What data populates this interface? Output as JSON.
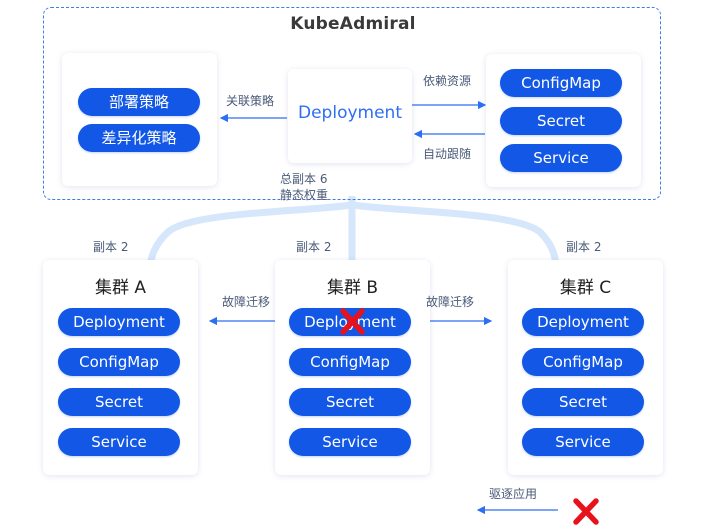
{
  "title": "KubeAdmiral",
  "policies": [
    "部署策略",
    "差异化策略"
  ],
  "center": "Deployment",
  "resources": [
    "ConfigMap",
    "Secret",
    "Service"
  ],
  "labels": {
    "assoc_policy": "关联策略",
    "depend_resource": "依赖资源",
    "auto_follow": "自动跟随",
    "total_replicas": "总副本 6",
    "static_weight": "静态权重",
    "replica_a": "副本 2",
    "replica_b": "副本 2",
    "replica_c": "副本 2",
    "failover_left": "故障迁移",
    "failover_right": "故障迁移",
    "evict": "驱逐应用"
  },
  "clusters": [
    {
      "name": "集群 A",
      "items": [
        "Deployment",
        "ConfigMap",
        "Secret",
        "Service"
      ]
    },
    {
      "name": "集群 B",
      "items": [
        "Deployment",
        "ConfigMap",
        "Secret",
        "Service"
      ]
    },
    {
      "name": "集群 C",
      "items": [
        "Deployment",
        "ConfigMap",
        "Secret",
        "Service"
      ]
    }
  ],
  "colors": {
    "pill": "#1257e6",
    "frame": "#3d7de8",
    "arrow": "#2d6ff2",
    "flow": "#d6e6fb",
    "fail_mark": "#e8121d"
  }
}
